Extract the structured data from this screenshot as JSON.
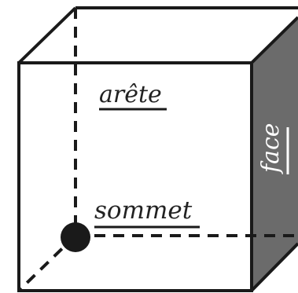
{
  "diagram": {
    "labels": {
      "edge": "arête",
      "vertex": "sommet",
      "face": "face"
    },
    "colors": {
      "stroke": "#1a1a1a",
      "side_face_fill": "#6b6b6b",
      "background": "#ffffff",
      "face_label_fill": "#ffffff"
    }
  }
}
